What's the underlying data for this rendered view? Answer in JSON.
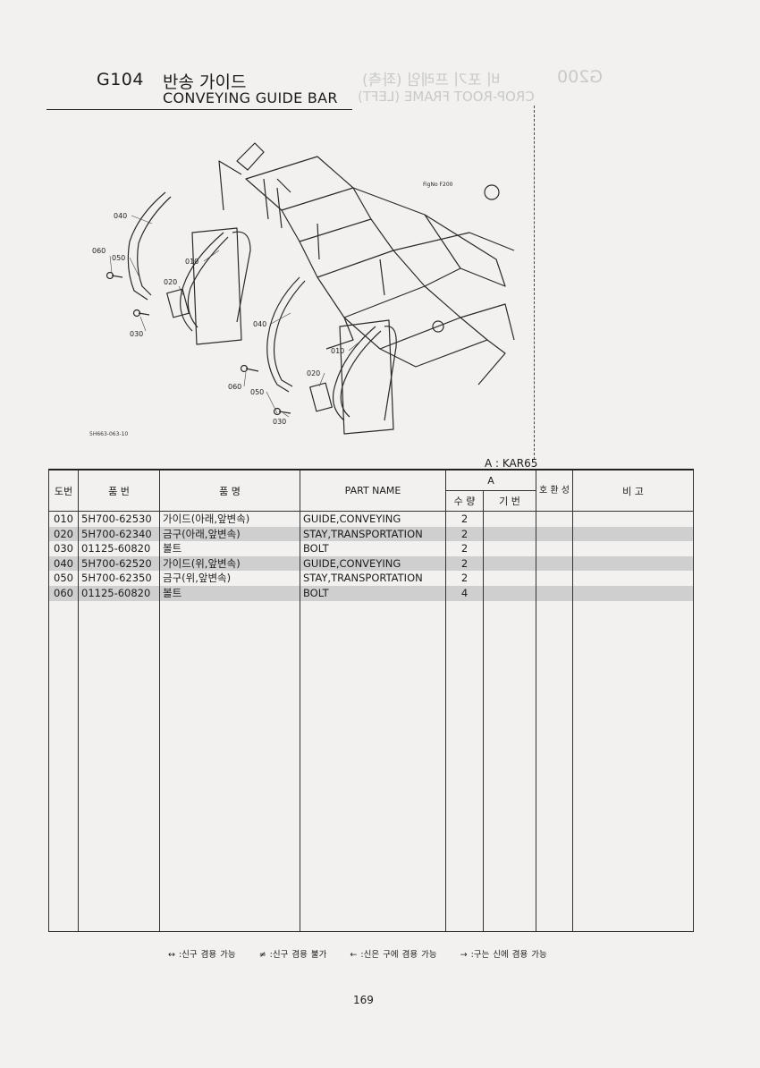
{
  "header": {
    "code": "G104",
    "title_kr": "반송 가이드",
    "title_en": "CONVEYING GUIDE BAR"
  },
  "ghost_header": {
    "code": "G200",
    "title_kr": "비 포기 프레임 (좌측)",
    "title_en": "CROP-ROOT FRAME (LEFT)"
  },
  "diagram": {
    "figure_id": "5H663-063-10",
    "ref_label": "FigNo F200",
    "callouts": [
      "040",
      "060",
      "050",
      "010",
      "020",
      "030",
      "040",
      "010",
      "020",
      "060",
      "050",
      "030"
    ]
  },
  "model_label": "A : KAR65",
  "table": {
    "headers": {
      "ref_no": "도번",
      "part_no": "품 번",
      "part_name_kr": "품 명",
      "part_name_en": "PART NAME",
      "group": "A",
      "qty": "수 량",
      "base": "기 번",
      "interchange": "호 환 성",
      "remarks": "비 고"
    },
    "rows": [
      {
        "ref": "010",
        "part_no": "5H700-62530",
        "name_kr": "가이드(아래,앞변속)",
        "name_en": "GUIDE,CONVEYING",
        "qty": "2",
        "shaded": false
      },
      {
        "ref": "020",
        "part_no": "5H700-62340",
        "name_kr": "금구(아래,앞변속)",
        "name_en": "STAY,TRANSPORTATION",
        "qty": "2",
        "shaded": true
      },
      {
        "ref": "030",
        "part_no": "01125-60820",
        "name_kr": "볼트",
        "name_en": "BOLT",
        "qty": "2",
        "shaded": false
      },
      {
        "ref": "040",
        "part_no": "5H700-62520",
        "name_kr": "가이드(위,앞변속)",
        "name_en": "GUIDE,CONVEYING",
        "qty": "2",
        "shaded": true
      },
      {
        "ref": "050",
        "part_no": "5H700-62350",
        "name_kr": "금구(위,앞변속)",
        "name_en": "STAY,TRANSPORTATION",
        "qty": "2",
        "shaded": false
      },
      {
        "ref": "060",
        "part_no": "01125-60820",
        "name_kr": "볼트",
        "name_en": "BOLT",
        "qty": "4",
        "shaded": true
      }
    ]
  },
  "legend": [
    "↔ :신구 겸용 가능",
    "≠ :신구 겸용 불가",
    "← :신은 구에 겸용 가능",
    "→ :구는 신에 겸용 가능"
  ],
  "page_number": "169"
}
